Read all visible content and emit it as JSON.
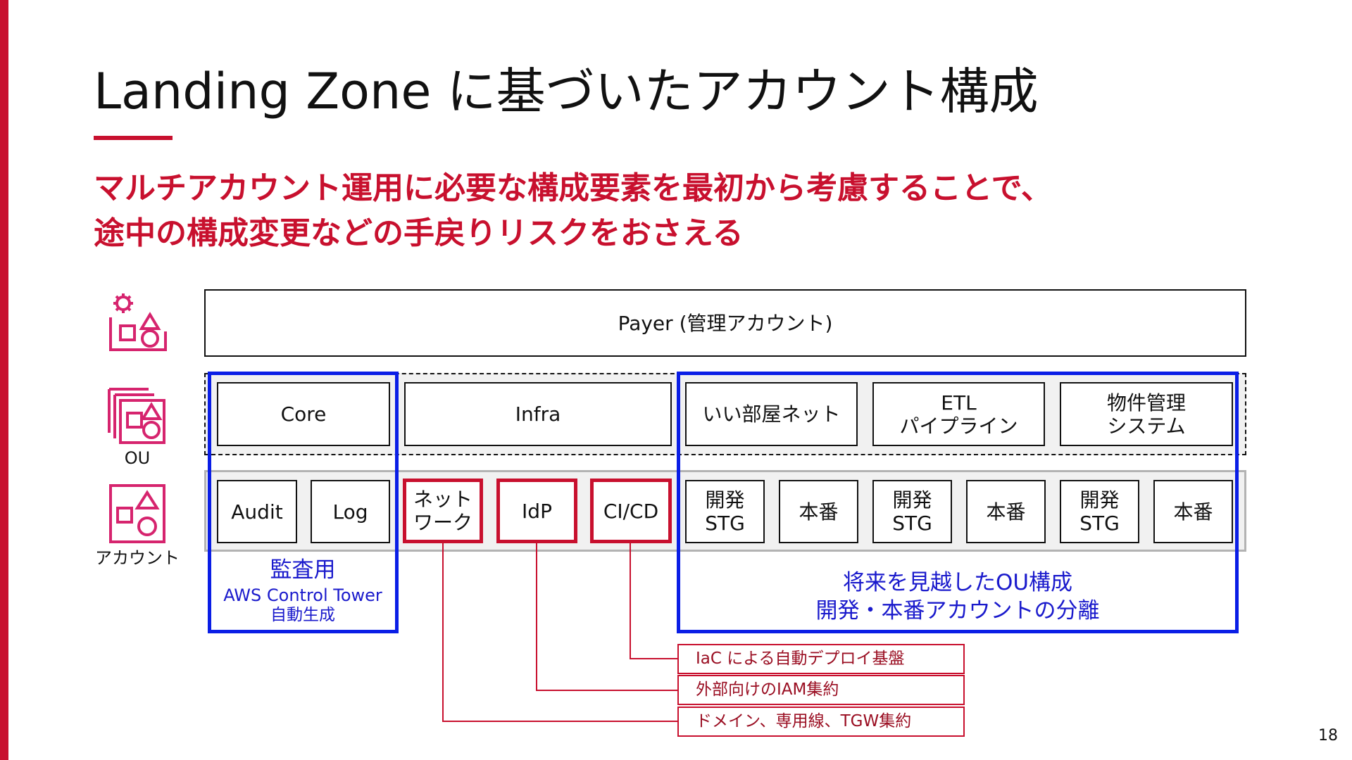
{
  "colors": {
    "accent": "#c8102e",
    "blue": "#0a1ee6",
    "note_text": "#9a0e22"
  },
  "slide": {
    "title": "Landing Zone に基づいたアカウント構成",
    "subtitle_line1": "マルチアカウント運用に必要な構成要素を最初から考慮することで、",
    "subtitle_line2": "途中の構成変更などの手戻りリスクをおさえる",
    "page_number": "18"
  },
  "icons": {
    "payer": "organization-icon",
    "ou": "organizational-unit-icon",
    "ou_label": "OU",
    "account": "account-icon",
    "account_label": "アカウント"
  },
  "payer": {
    "label": "Payer (管理アカウント)"
  },
  "ous": {
    "core": "Core",
    "infra": "Infra",
    "iiheya_net": "いい部屋ネット",
    "etl_line1": "ETL",
    "etl_line2": "パイプライン",
    "bukken_line1": "物件管理",
    "bukken_line2": "システム"
  },
  "accounts": {
    "audit": "Audit",
    "log": "Log",
    "network_line1": "ネット",
    "network_line2": "ワーク",
    "idp": "IdP",
    "cicd": "CI/CD",
    "dev_line1": "開発",
    "dev_line2": "STG",
    "prod": "本番"
  },
  "groups": {
    "audit_title": "監査用",
    "audit_line2": "AWS Control Tower",
    "audit_line3": "自動生成",
    "future_line1": "将来を見越したOU構成",
    "future_line2": "開発・本番アカウントの分離"
  },
  "notes": {
    "cicd": "IaC による自動デプロイ基盤",
    "idp": "外部向けのIAM集約",
    "network": "ドメイン、専用線、TGW集約"
  }
}
